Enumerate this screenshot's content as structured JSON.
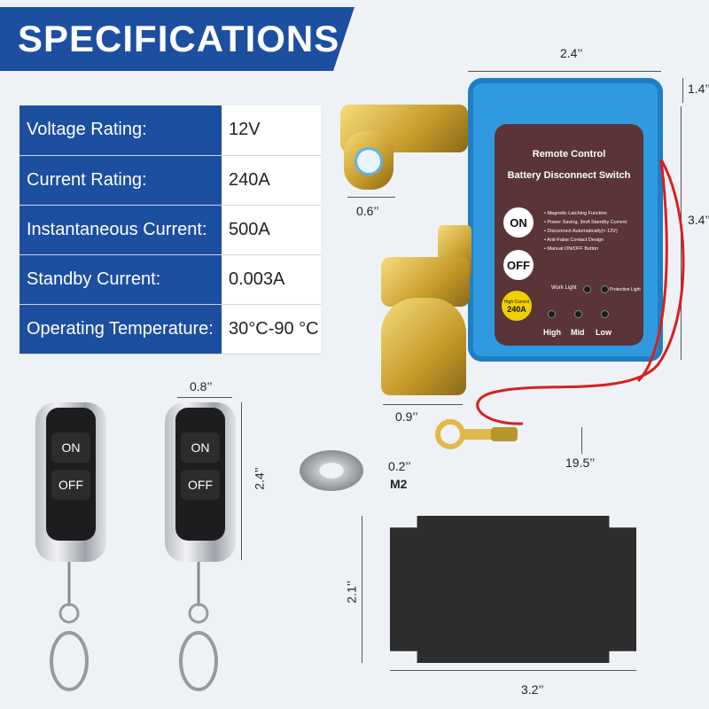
{
  "banner": {
    "title": "SPECIFICATIONS"
  },
  "specs": [
    {
      "label": "Voltage Rating:",
      "value": "12V"
    },
    {
      "label": "Current Rating:",
      "value": "240A"
    },
    {
      "label": "Instantaneous Current:",
      "value": "500A"
    },
    {
      "label": "Standby Current:",
      "value": "0.003A"
    },
    {
      "label": "Operating Temperature:",
      "value": "30°C-90 °C"
    }
  ],
  "dimensions": {
    "box_width": "2.4’’",
    "box_depth": "1.4’’",
    "box_height": "3.4’’",
    "terminal_top": "0.6’’",
    "terminal_bottom": "0.9’’",
    "cable": "19.5’’",
    "remote_width": "0.8’’",
    "remote_height": "2.4’’",
    "washer_thickness": "0.2’’",
    "washer_size": "M2",
    "pad_height": "2.1’’",
    "pad_width": "3.2’’"
  },
  "controller": {
    "title1": "Remote Control",
    "title2": "Battery Disconnect Switch",
    "on_label": "ON",
    "off_label": "OFF",
    "features": [
      "• Magnetic Latching Function",
      "• Power Saving, 3mA Standby Current",
      "• Disconnect Automatically(< 12V)",
      "• Anti-False Contact Design",
      "• Manual ON/OFF Button"
    ],
    "work_light": "Work Light",
    "protection_light": "Protection Light",
    "high_current_label": "High Current",
    "high_current_value": "240A",
    "levels": [
      "High",
      "Mid",
      "Low"
    ],
    "colors": {
      "body": "#2f9ae0",
      "face": "#5a3437",
      "badge": "#f0d000"
    }
  },
  "remote": {
    "on_label": "ON",
    "off_label": "OFF"
  },
  "colors": {
    "banner": "#1c4fa0",
    "table_label_bg": "#1c4fa0"
  }
}
